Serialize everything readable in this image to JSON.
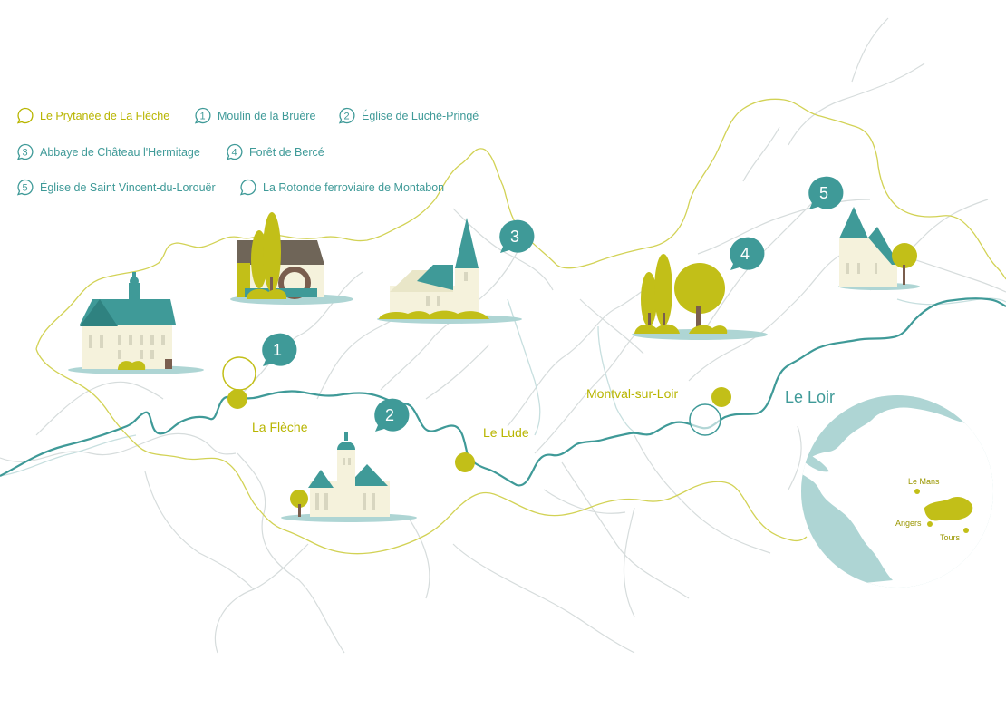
{
  "legend": [
    {
      "number": "",
      "label": "Le Prytanée de La Flèche",
      "color": "#b8b500"
    },
    {
      "number": "1",
      "label": "Moulin de la Bruère",
      "color": "#3f9a98"
    },
    {
      "number": "2",
      "label": "Église de Luché-Pringé",
      "color": "#3f9a98"
    },
    {
      "number": "3",
      "label": "Abbaye de Château l'Hermitage",
      "color": "#3f9a98"
    },
    {
      "number": "4",
      "label": "Forêt de Bercé",
      "color": "#3f9a98"
    },
    {
      "number": "5",
      "label": "Église de Saint Vincent-du-Lorouër",
      "color": "#3f9a98"
    },
    {
      "number": "",
      "label": "La Rotonde ferroviaire de Montabon",
      "color": "#3f9a98"
    }
  ],
  "towns": {
    "la_fleche": "La Flèche",
    "le_lude": "Le Lude",
    "montval": "Montval-sur-Loir"
  },
  "river": "Le Loir",
  "markers": [
    "1",
    "2",
    "3",
    "4",
    "5"
  ],
  "inset": {
    "cities": [
      "Le Mans",
      "Angers",
      "Tours"
    ]
  },
  "colors": {
    "teal": "#3f9a98",
    "olive": "#b8b500",
    "boundary": "#d2d255",
    "road": "#d6dcdc",
    "river": "#3f9a98",
    "water_light": "#aed5d4",
    "cream": "#f5f2dc"
  }
}
